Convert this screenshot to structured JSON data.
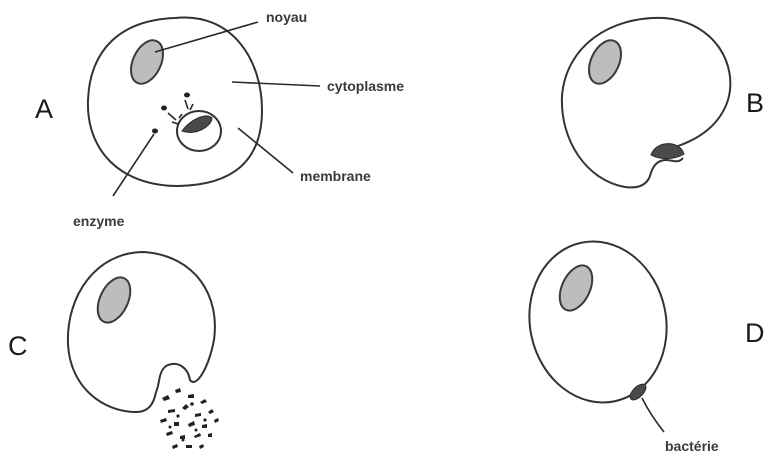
{
  "panels": [
    {
      "id": "A",
      "letter": "A"
    },
    {
      "id": "B",
      "letter": "B"
    },
    {
      "id": "C",
      "letter": "C"
    },
    {
      "id": "D",
      "letter": "D"
    }
  ],
  "labels": {
    "nucleus": "noyau",
    "cytoplasm": "cytoplasme",
    "membrane": "membrane",
    "enzyme": "enzyme",
    "bacterium": "bactérie"
  },
  "colors": {
    "outline": "#333333",
    "nucleus_fill": "#bdbdbd",
    "particle": "#222222"
  }
}
